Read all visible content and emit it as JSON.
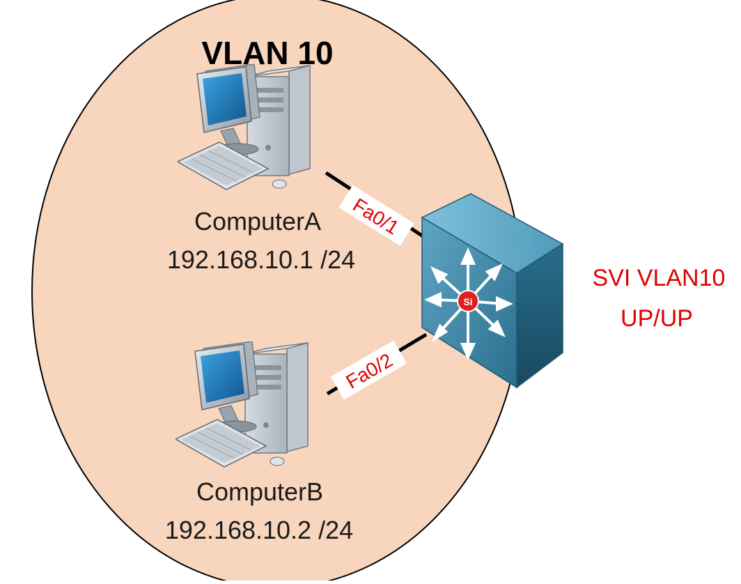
{
  "vlan": {
    "title": "VLAN 10",
    "fill_color": "#f8d5bd"
  },
  "hosts": [
    {
      "name": "ComputerA",
      "ip": "192.168.10.1 /24"
    },
    {
      "name": "ComputerB",
      "ip": "192.168.10.2 /24"
    }
  ],
  "links": [
    {
      "port": "Fa0/1",
      "from": "ComputerA",
      "to": "multilayer-switch"
    },
    {
      "port": "Fa0/2",
      "from": "ComputerB",
      "to": "multilayer-switch"
    }
  ],
  "switch": {
    "icon": "multilayer-switch-icon",
    "badge": "Si",
    "status_label": "SVI VLAN10",
    "status_value": "UP/UP",
    "accent_color": "#e00000"
  }
}
